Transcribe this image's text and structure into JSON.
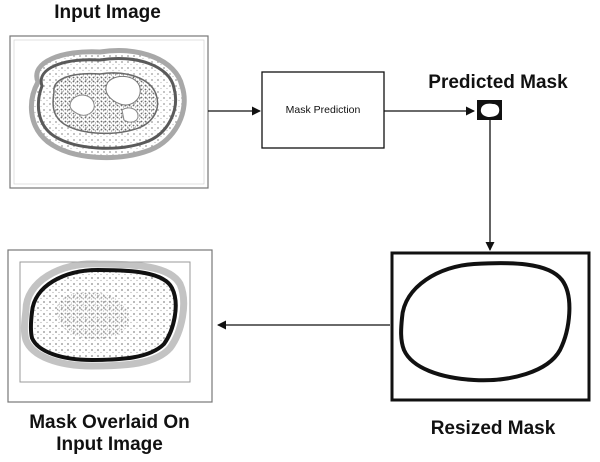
{
  "labels": {
    "input_image": "Input Image",
    "predicted_mask": "Predicted Mask",
    "resized_mask": "Resized Mask",
    "overlay_line1": "Mask Overlaid On",
    "overlay_line2": "Input Image"
  },
  "process_box": {
    "label": "Mask Prediction"
  },
  "colors": {
    "stroke": "#111111",
    "frame": "#777777",
    "tissue_dark": "#5a5a5a",
    "tissue_mid": "#9a9a9a",
    "tissue_light": "#cfcfcf"
  },
  "icons": {
    "input_thumbnail": "tissue-image-icon",
    "predicted_thumbnail": "small-mask-icon",
    "resized_thumbnail": "large-mask-outline-icon",
    "overlay_thumbnail": "overlay-image-icon"
  }
}
